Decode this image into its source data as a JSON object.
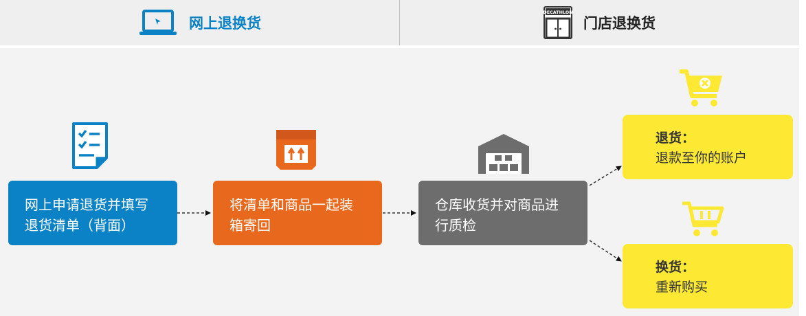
{
  "colors": {
    "blue": "#0a82c5",
    "orange": "#e8691e",
    "gray": "#6d6d6d",
    "yellow": "#fde934",
    "tab_bg": "#efefef",
    "panel_bg": "#f3f3f3"
  },
  "tabs": {
    "online": {
      "label": "网上退换货",
      "icon": "laptop-icon"
    },
    "store": {
      "label": "门店退换货",
      "icon": "decathlon-store-icon",
      "store_sign": "DECATHLON"
    }
  },
  "steps": [
    {
      "text_lines": [
        "网上申请退货并填写",
        "退货清单（背面）"
      ],
      "icon": "checklist-icon"
    },
    {
      "text_lines": [
        "将清单和商品一起装",
        "箱寄回"
      ],
      "icon": "parcel-box-icon"
    },
    {
      "text_lines": [
        "仓库收货并对商品进",
        "行质检"
      ],
      "icon": "warehouse-icon"
    }
  ],
  "outcomes": [
    {
      "title": "退货：",
      "detail": "退款至你的账户",
      "icon": "cart-cancel-icon"
    },
    {
      "title": "换货：",
      "detail": "重新购买",
      "icon": "cart-icon"
    }
  ]
}
